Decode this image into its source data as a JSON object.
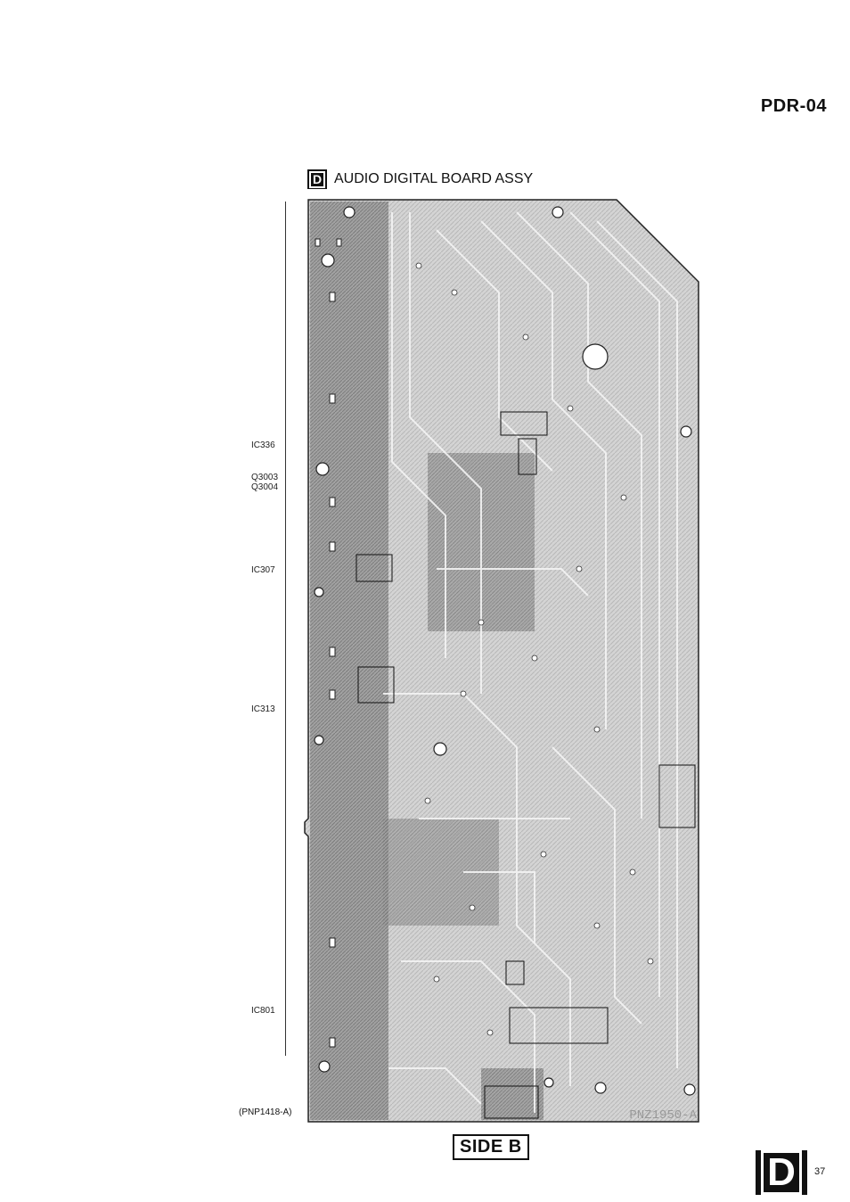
{
  "header": {
    "model": "PDR-04"
  },
  "board": {
    "badge": "D",
    "title": "AUDIO DIGITAL BOARD ASSY",
    "pcb_code": "PNZ1950-A",
    "assy_code": "(PNP1418-A)",
    "side_label": "SIDE B"
  },
  "ic_labels": [
    {
      "text": "IC336"
    },
    {
      "text": "Q3003"
    },
    {
      "text": "Q3004"
    },
    {
      "text": "IC307"
    },
    {
      "text": "IC313"
    },
    {
      "text": "IC801"
    }
  ],
  "footer": {
    "section_badge": "D",
    "page_number": "37"
  },
  "colors": {
    "board_dark": "#8a8a8a",
    "board_light": "#d8d8d8",
    "trace": "#f2f2f2"
  }
}
